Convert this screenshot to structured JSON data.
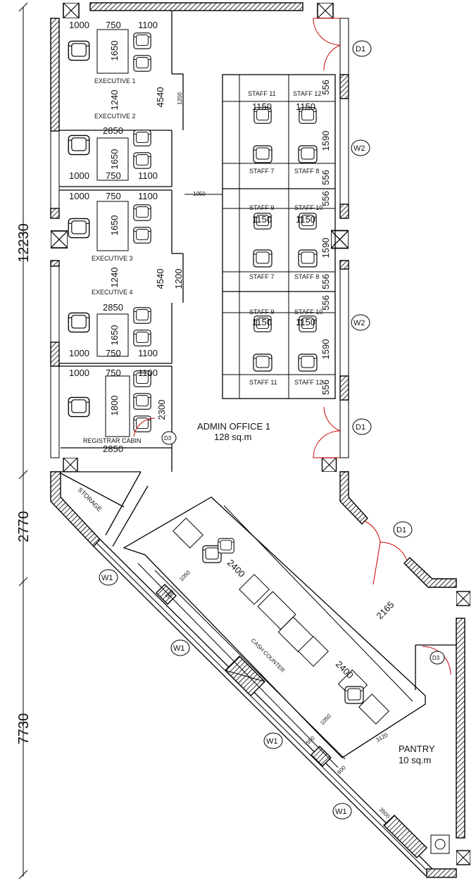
{
  "overall_dims": {
    "d1": "12230",
    "d2": "2770",
    "d3": "7730"
  },
  "executive_dims": {
    "w1000": "1000",
    "w750": "750",
    "w1100": "1100",
    "w1650": "1650",
    "w2850": "2850",
    "w1240": "1240",
    "w4540": "4540",
    "w1200": "1200",
    "w1800": "1800",
    "w2300": "2300"
  },
  "staff_dims": {
    "w1150": "1150",
    "w1590": "1590",
    "w556": "556",
    "w1050": "1050"
  },
  "cash_dims": {
    "w2400": "2400",
    "w1050": "1050",
    "w550": "550",
    "w2165": "2165",
    "w3120": "3120",
    "w600": "600",
    "w3500": "3500"
  },
  "rooms": {
    "executive_1": "EXECUTIVE 1",
    "executive_2": "EXECUTIVE 2",
    "executive_3": "EXECUTIVE 3",
    "executive_4": "EXECUTIVE 4",
    "registrar": "REGISTRAR CABIN",
    "admin": "ADMIN OFFICE 1",
    "admin_area": "128 sq.m",
    "storage": "STORAGE",
    "cash": "CASH COUNTER",
    "pantry": "PANTRY",
    "pantry_area": "10 sq.m"
  },
  "staff": {
    "s11": "STAFF 11",
    "s12": "STAFF 12",
    "s7": "STAFF 7",
    "s8": "STAFF 8",
    "s9": "STAFF 9",
    "s10": "STAFF 10"
  },
  "tags": {
    "d1": "D1",
    "w1": "W1",
    "w2": "W2",
    "d3": "D3"
  }
}
